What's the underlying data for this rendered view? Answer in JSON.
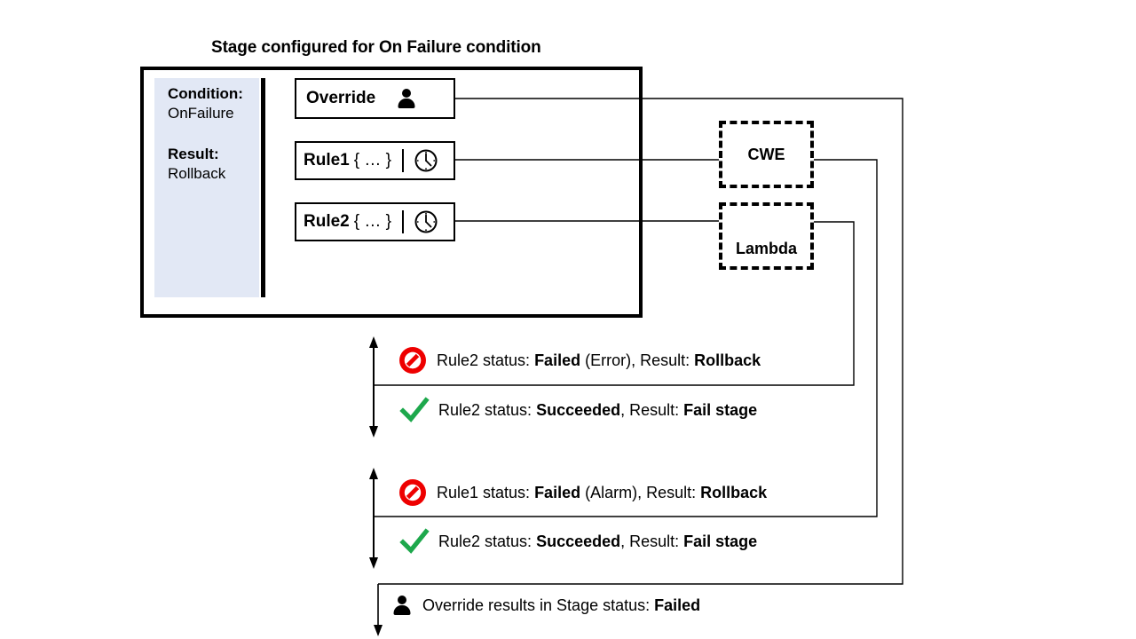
{
  "title": "Stage configured for On Failure condition",
  "stage": {
    "condition": {
      "label": "Condition:",
      "value": "OnFailure"
    },
    "result": {
      "label": "Result:",
      "value": "Rollback"
    },
    "actions": [
      {
        "name": "override",
        "label": "Override",
        "icon": "person-icon"
      },
      {
        "name": "rule1",
        "label": "Rule1",
        "args": "{ … }",
        "icon": "clock-icon"
      },
      {
        "name": "rule2",
        "label": "Rule2",
        "args": "{ … }",
        "icon": "clock-icon"
      }
    ]
  },
  "targets": [
    {
      "name": "cwe",
      "label": "CWE"
    },
    {
      "name": "lambda",
      "label": "Lambda"
    }
  ],
  "outcomes": [
    {
      "name": "rule2-failed",
      "icon": "deny-icon",
      "segments": [
        {
          "text": "Rule2 status: ",
          "bold": false
        },
        {
          "text": "Failed",
          "bold": true
        },
        {
          "text": " (Error), Result: ",
          "bold": false
        },
        {
          "text": "Rollback",
          "bold": true
        }
      ]
    },
    {
      "name": "rule2-succeeded-1",
      "icon": "check-icon",
      "segments": [
        {
          "text": "Rule2 status: ",
          "bold": false
        },
        {
          "text": "Succeeded",
          "bold": true
        },
        {
          "text": ", Result: ",
          "bold": false
        },
        {
          "text": "Fail stage",
          "bold": true
        }
      ]
    },
    {
      "name": "rule1-failed",
      "icon": "deny-icon",
      "segments": [
        {
          "text": "Rule1 status: ",
          "bold": false
        },
        {
          "text": "Failed",
          "bold": true
        },
        {
          "text": " (Alarm), Result: ",
          "bold": false
        },
        {
          "text": "Rollback",
          "bold": true
        }
      ]
    },
    {
      "name": "rule2-succeeded-2",
      "icon": "check-icon",
      "segments": [
        {
          "text": "Rule2 status: ",
          "bold": false
        },
        {
          "text": "Succeeded",
          "bold": true
        },
        {
          "text": ", Result: ",
          "bold": false
        },
        {
          "text": "Fail stage",
          "bold": true
        }
      ]
    },
    {
      "name": "override-outcome",
      "icon": "person-icon",
      "segments": [
        {
          "text": "Override results in Stage status: ",
          "bold": false
        },
        {
          "text": "Failed",
          "bold": true
        }
      ]
    }
  ],
  "colors": {
    "panel_background": "#E2E8F5",
    "deny_red": "#EE0000",
    "check_green": "#1DA84C",
    "line": "#000000"
  }
}
